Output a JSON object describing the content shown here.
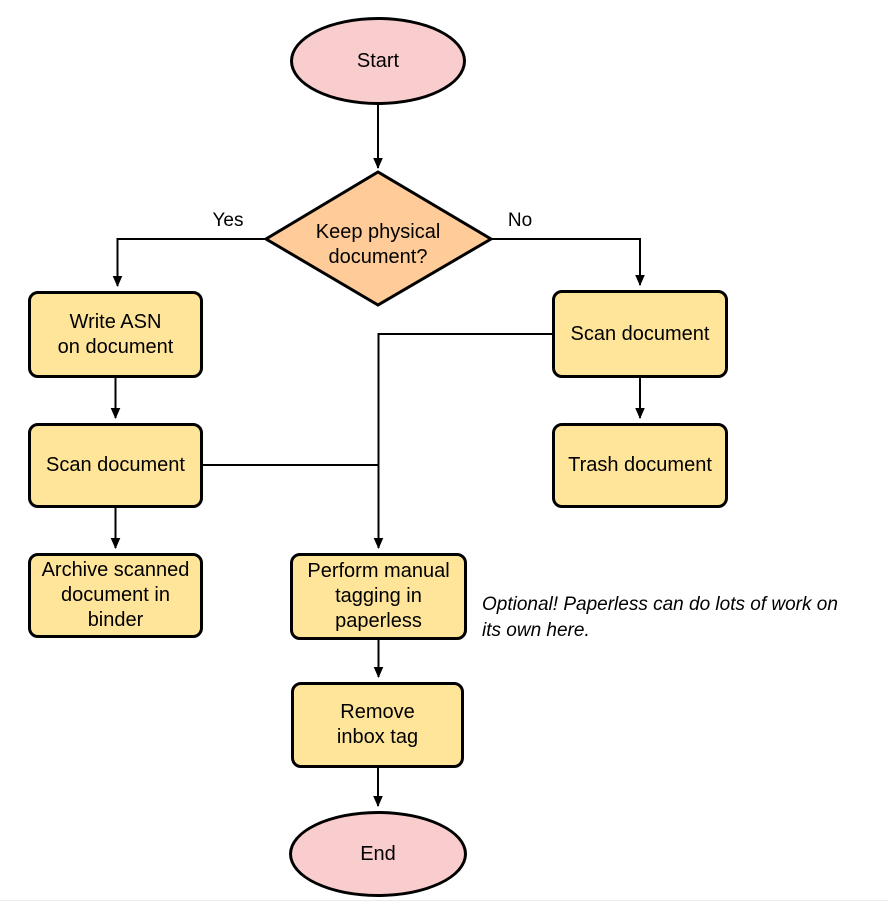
{
  "diagram": {
    "background": "#ffffff",
    "colors": {
      "terminator_fill": "#f9cdce",
      "decision_fill": "#ffcc99",
      "process_fill": "#ffe59a",
      "stroke": "#000000",
      "text": "#000000",
      "bottom_divider": "#f0eaea"
    },
    "nodes": {
      "start": {
        "type": "terminator",
        "label": "Start",
        "lines": [
          "Start"
        ]
      },
      "decision": {
        "type": "decision",
        "label": "Keep physical document?",
        "lines": [
          "Keep physical",
          "document?"
        ]
      },
      "write_asn": {
        "type": "process",
        "label": "Write ASN on document",
        "lines": [
          "Write ASN",
          "on document"
        ]
      },
      "scan_left": {
        "type": "process",
        "label": "Scan document",
        "lines": [
          "Scan document"
        ]
      },
      "archive": {
        "type": "process",
        "label": "Archive scanned document in binder",
        "lines": [
          "Archive scanned",
          "document in",
          "binder"
        ]
      },
      "scan_right": {
        "type": "process",
        "label": "Scan document",
        "lines": [
          "Scan document"
        ]
      },
      "trash": {
        "type": "process",
        "label": "Trash document",
        "lines": [
          "Trash document"
        ]
      },
      "tagging": {
        "type": "process",
        "label": "Perform manual tagging in paperless",
        "lines": [
          "Perform manual",
          "tagging in",
          "paperless"
        ]
      },
      "remove_inbox": {
        "type": "process",
        "label": "Remove inbox tag",
        "lines": [
          "Remove",
          "inbox tag"
        ]
      },
      "end": {
        "type": "terminator",
        "label": "End",
        "lines": [
          "End"
        ]
      }
    },
    "edge_labels": {
      "yes": "Yes",
      "no": "No"
    },
    "note": {
      "label": "Optional! Paperless can do lots of work on its own here.",
      "lines": [
        "Optional! Paperless can do lots of work on",
        "its own here."
      ]
    },
    "edges": [
      {
        "from": "start",
        "to": "decision",
        "label": ""
      },
      {
        "from": "decision",
        "to": "write_asn",
        "label": "Yes"
      },
      {
        "from": "decision",
        "to": "scan_right",
        "label": "No"
      },
      {
        "from": "write_asn",
        "to": "scan_left",
        "label": ""
      },
      {
        "from": "scan_left",
        "to": "archive",
        "label": ""
      },
      {
        "from": "scan_right",
        "to": "trash",
        "label": ""
      },
      {
        "from": "scan_right",
        "to": "tagging",
        "label": ""
      },
      {
        "from": "scan_left",
        "to": "tagging",
        "label": ""
      },
      {
        "from": "tagging",
        "to": "remove_inbox",
        "label": ""
      },
      {
        "from": "remove_inbox",
        "to": "end",
        "label": ""
      }
    ]
  }
}
